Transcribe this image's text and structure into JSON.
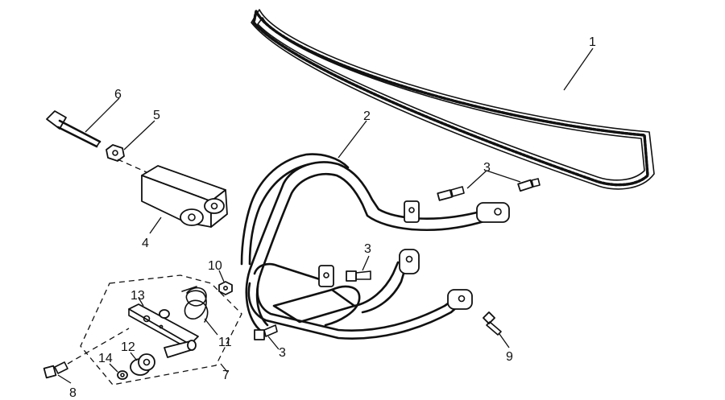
{
  "callouts": {
    "c1": "1",
    "c2": "2",
    "c3a": "3",
    "c3b": "3",
    "c3c": "3",
    "c4": "4",
    "c5": "5",
    "c6": "6",
    "c7": "7",
    "c8": "8",
    "c9": "9",
    "c10": "10",
    "c11": "11",
    "c12": "12",
    "c13": "13",
    "c14": "14"
  }
}
